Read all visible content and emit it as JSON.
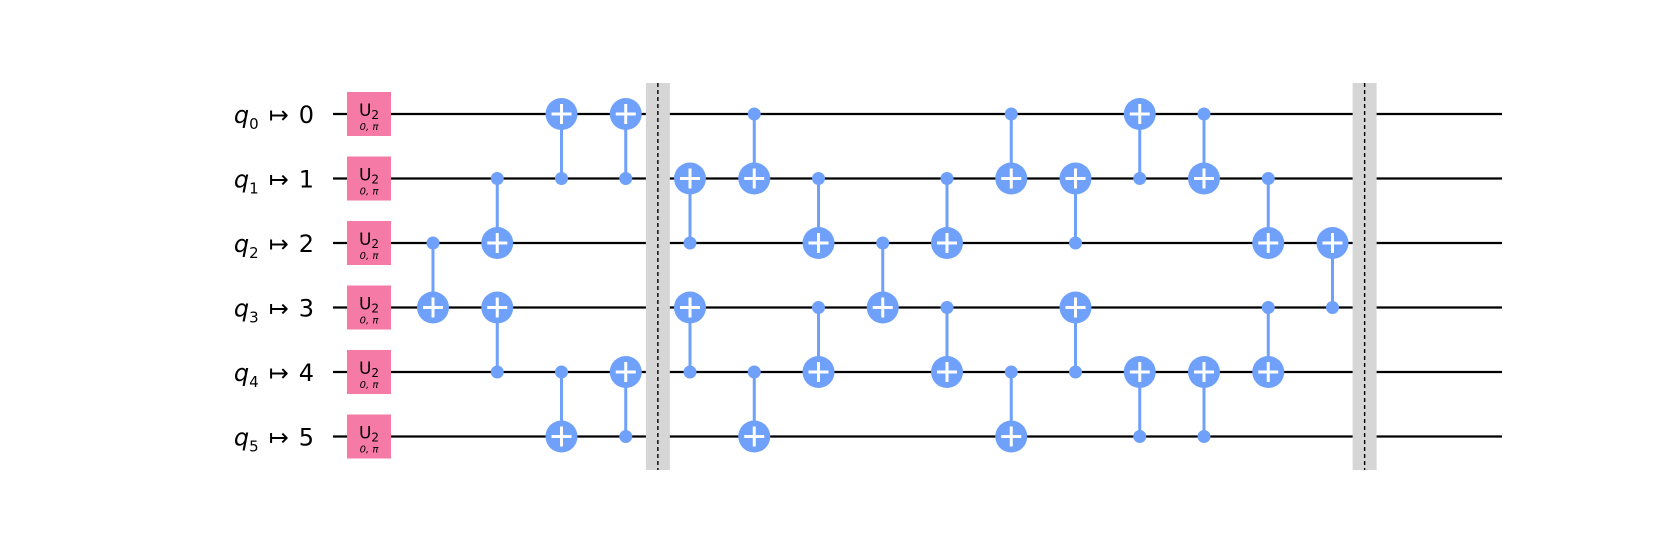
{
  "circuit": {
    "colors": {
      "wire": "#000000",
      "gate_u2": "#f67aa6",
      "cnot": "#6fa1fa",
      "barrier_band": "#d6d6d6",
      "barrier_line": "#000000",
      "gate_text": "#000000"
    },
    "qubits": [
      {
        "name": "q",
        "sub": "0",
        "arrow": "↦",
        "index": "0"
      },
      {
        "name": "q",
        "sub": "1",
        "arrow": "↦",
        "index": "1"
      },
      {
        "name": "q",
        "sub": "2",
        "arrow": "↦",
        "index": "2"
      },
      {
        "name": "q",
        "sub": "3",
        "arrow": "↦",
        "index": "3"
      },
      {
        "name": "q",
        "sub": "4",
        "arrow": "↦",
        "index": "4"
      },
      {
        "name": "q",
        "sub": "5",
        "arrow": "↦",
        "index": "5"
      }
    ],
    "u2_gate": {
      "label": "U",
      "sub": "2",
      "params": "0, π"
    },
    "barrier_after_columns": [
      3,
      14
    ],
    "cnot_columns": [
      [
        {
          "c": 2,
          "t": 3
        }
      ],
      [
        {
          "c": 1,
          "t": 2
        },
        {
          "c": 4,
          "t": 3
        }
      ],
      [
        {
          "c": 1,
          "t": 0
        },
        {
          "c": 4,
          "t": 5
        }
      ],
      [
        {
          "c": 1,
          "t": 0
        },
        {
          "c": 5,
          "t": 4
        }
      ],
      [
        {
          "c": 2,
          "t": 1
        },
        {
          "c": 4,
          "t": 3
        }
      ],
      [
        {
          "c": 0,
          "t": 1
        },
        {
          "c": 4,
          "t": 5
        }
      ],
      [
        {
          "c": 1,
          "t": 2
        },
        {
          "c": 3,
          "t": 4
        }
      ],
      [
        {
          "c": 2,
          "t": 3
        }
      ],
      [
        {
          "c": 1,
          "t": 2
        },
        {
          "c": 3,
          "t": 4
        }
      ],
      [
        {
          "c": 0,
          "t": 1
        },
        {
          "c": 4,
          "t": 5
        }
      ],
      [
        {
          "c": 2,
          "t": 1
        },
        {
          "c": 4,
          "t": 3
        }
      ],
      [
        {
          "c": 1,
          "t": 0
        },
        {
          "c": 5,
          "t": 4
        }
      ],
      [
        {
          "c": 0,
          "t": 1
        },
        {
          "c": 5,
          "t": 4
        }
      ],
      [
        {
          "c": 1,
          "t": 2
        },
        {
          "c": 3,
          "t": 4
        }
      ],
      [
        {
          "c": 3,
          "t": 2
        }
      ]
    ]
  }
}
